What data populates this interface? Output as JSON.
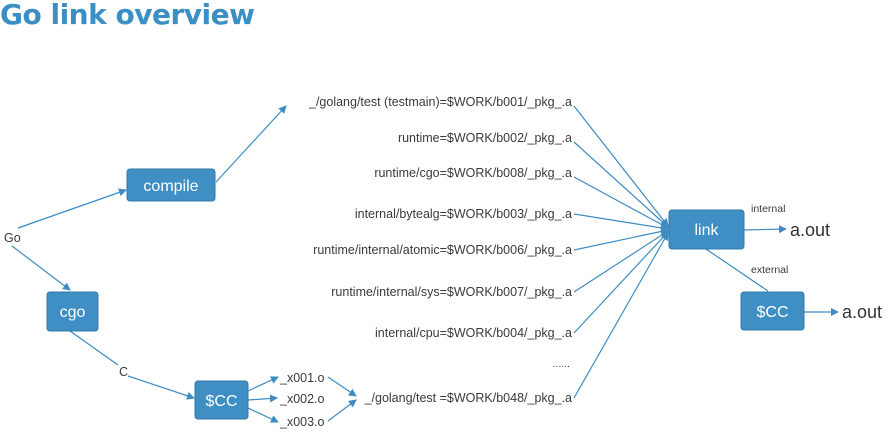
{
  "title": "Go link overview",
  "nodes": {
    "go": "Go",
    "compile": "compile",
    "cgo": "cgo",
    "c": "C",
    "cc_left": "$CC",
    "link": "link",
    "cc_right": "$CC",
    "aout_internal": "a.out",
    "aout_external": "a.out"
  },
  "packages": [
    "_/golang/test (testmain)=$WORK/b001/_pkg_.a",
    "runtime=$WORK/b002/_pkg_.a",
    "runtime/cgo=$WORK/b008/_pkg_.a",
    "internal/bytealg=$WORK/b003/_pkg_.a",
    "runtime/internal/atomic=$WORK/b006/_pkg_.a",
    "runtime/internal/sys=$WORK/b007/_pkg_.a",
    "internal/cpu=$WORK/b004/_pkg_.a",
    "......",
    "_/golang/test =$WORK/b048/_pkg_.a"
  ],
  "objects": [
    "_x001.o",
    "_x002.o",
    "_x003.o"
  ],
  "edge_labels": {
    "internal": "internal",
    "external": "external"
  },
  "colors": {
    "accent": "#3f8fc4",
    "title": "#3b8fc4",
    "arrow": "#3d8cc2"
  }
}
